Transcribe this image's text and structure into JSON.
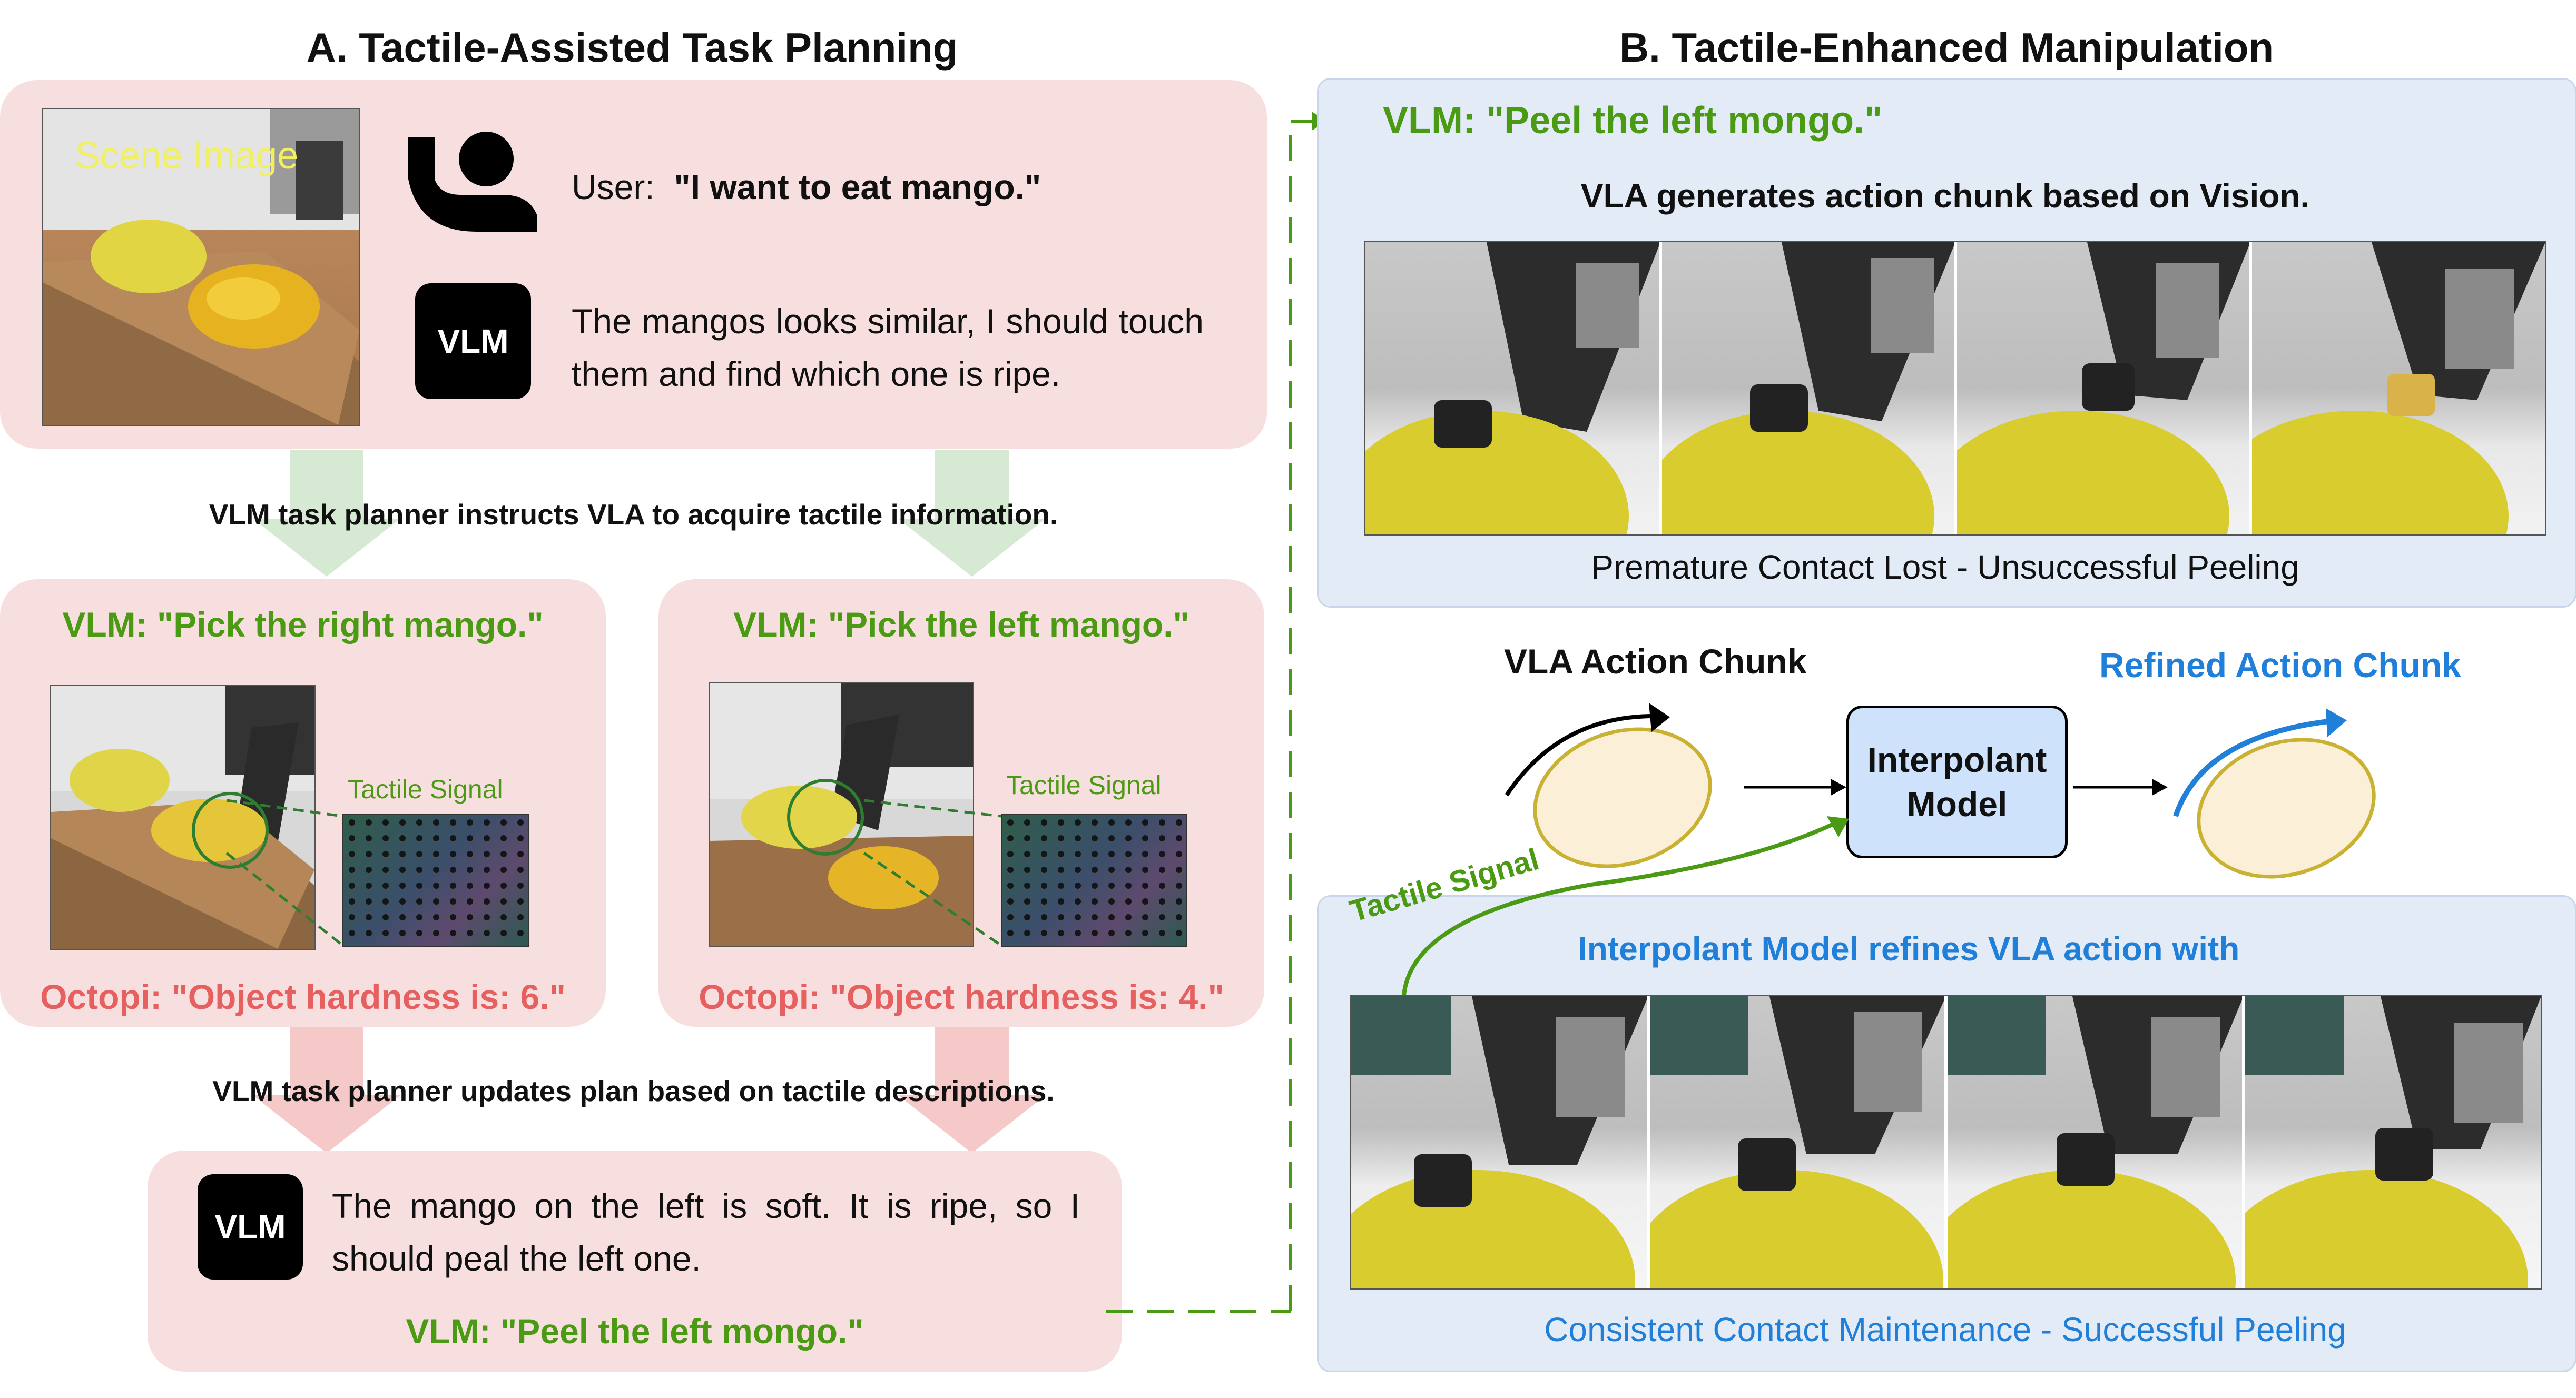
{
  "panel_a": {
    "title": "A. Tactile-Assisted Task Planning",
    "scene_label": "Scene Image",
    "user_prefix": "User:",
    "user_quote": "\"I want to eat mango.\"",
    "vlm_icon": "VLM",
    "vlm_reply": "The mangos looks similar, I should touch them and find which one is ripe.",
    "instruct_caption": "VLM task planner instructs VLA to acquire tactile information.",
    "right_cmd": "VLM: \"Pick the right mango.\"",
    "left_cmd": "VLM: \"Pick the left mango.\"",
    "tactile_label_1": "Tactile Signal",
    "tactile_label_2": "Tactile Signal",
    "octopi_right": "Octopi: \"Object hardness is: 6.\"",
    "octopi_left": "Octopi: \"Object hardness is: 4.\"",
    "update_caption": "VLM task planner updates plan based on tactile descriptions.",
    "final_text": "The mango on the left is soft. It is ripe, so I should peal the left one.",
    "final_cmd": "VLM: \"Peel the left mongo.\""
  },
  "panel_b": {
    "title": "B. Tactile-Enhanced Manipulation",
    "vlm_cmd": "VLM: \"Peel the left mongo.\"",
    "vla_caption": "VLA generates action chunk based on Vision.",
    "fail_caption": "Premature Contact Lost - Unsuccessful Peeling",
    "vla_chunk_label": "VLA Action Chunk",
    "refined_label": "Refined Action Chunk",
    "model_label": "Interpolant Model",
    "tactile_signal": "Tactile Signal",
    "refine_caption": "Interpolant Model refines VLA action with",
    "success_caption": "Consistent Contact Maintenance - Successful Peeling"
  },
  "colors": {
    "green": "#4a9a14",
    "red": "#e66060",
    "blue": "#1f7fd9",
    "pink_panel": "#f8dfdf",
    "blue_panel": "#e3ebf6",
    "model_box": "#cfe2fb"
  },
  "icons": [
    "user-raising-hand-icon",
    "vlm-icon",
    "arrow-icon"
  ]
}
